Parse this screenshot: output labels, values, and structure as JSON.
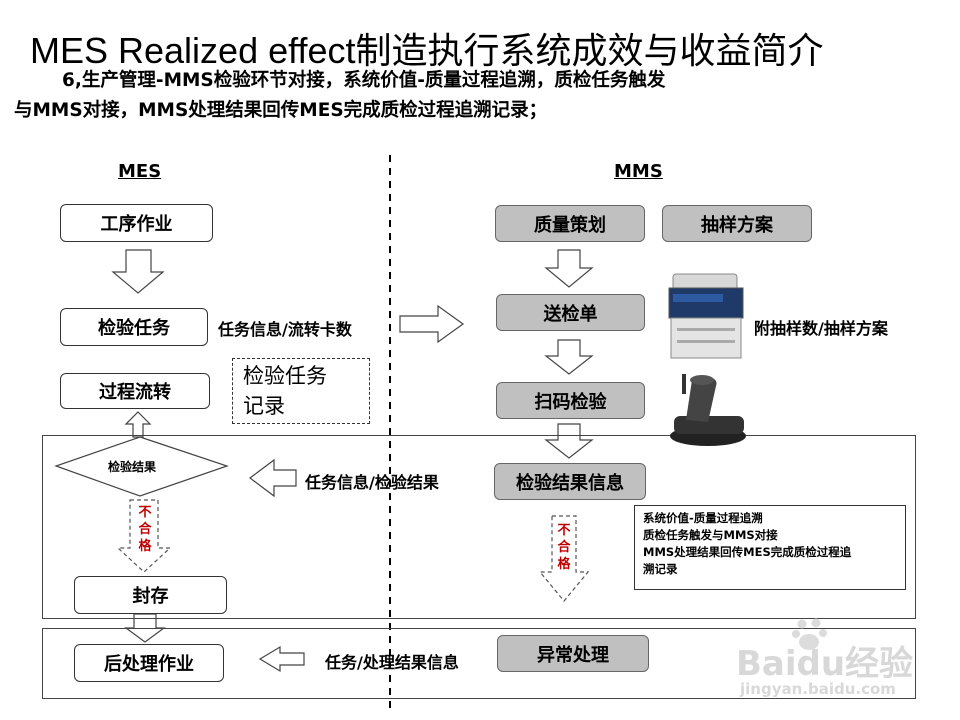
{
  "title": "MES Realized effect制造执行系统成效与收益简介",
  "subtitle": {
    "line1": "6,生产管理-MMS检验环节对接，系统价值-质量过程追溯，质检任务触发",
    "line2": "与MMS对接，MMS处理结果回传MES完成质检过程追溯记录；"
  },
  "columns": {
    "mes": "MES",
    "mms": "MMS"
  },
  "mes": {
    "process": "工序作业",
    "inspection_task": "检验任务",
    "flow": "过程流转",
    "decision": "检验结果",
    "reject": [
      "不",
      "合",
      "格"
    ],
    "storage": "封存",
    "post_process": "后处理作业"
  },
  "mms": {
    "quality_plan": "质量策划",
    "sampling_plan": "抽样方案",
    "inspection_order": "送检单",
    "scan": "扫码检验",
    "result_info": "检验结果信息",
    "reject": [
      "不",
      "合",
      "格"
    ],
    "exception": "异常处理"
  },
  "labels": {
    "task_card": "任务信息/流转卡数",
    "attach": "附抽样数/抽样方案",
    "task_result": "任务信息/检验结果",
    "handling_result": "任务/处理结果信息"
  },
  "note": {
    "line1": "检验任务",
    "line2": "记录"
  },
  "info": [
    "系统价值-质量过程追溯",
    "质检任务触发与MMS对接",
    "MMS处理结果回传MES完成质检过程追",
    "溯记录"
  ],
  "watermark": {
    "brand": "Baidu经验",
    "url": "jingyan.baidu.com"
  },
  "icons": [
    "printer-icon",
    "barcode-scanner-icon",
    "paw-icon"
  ],
  "colors": {
    "gray_box": "#c0c0c0",
    "reject_text": "#c00000"
  }
}
